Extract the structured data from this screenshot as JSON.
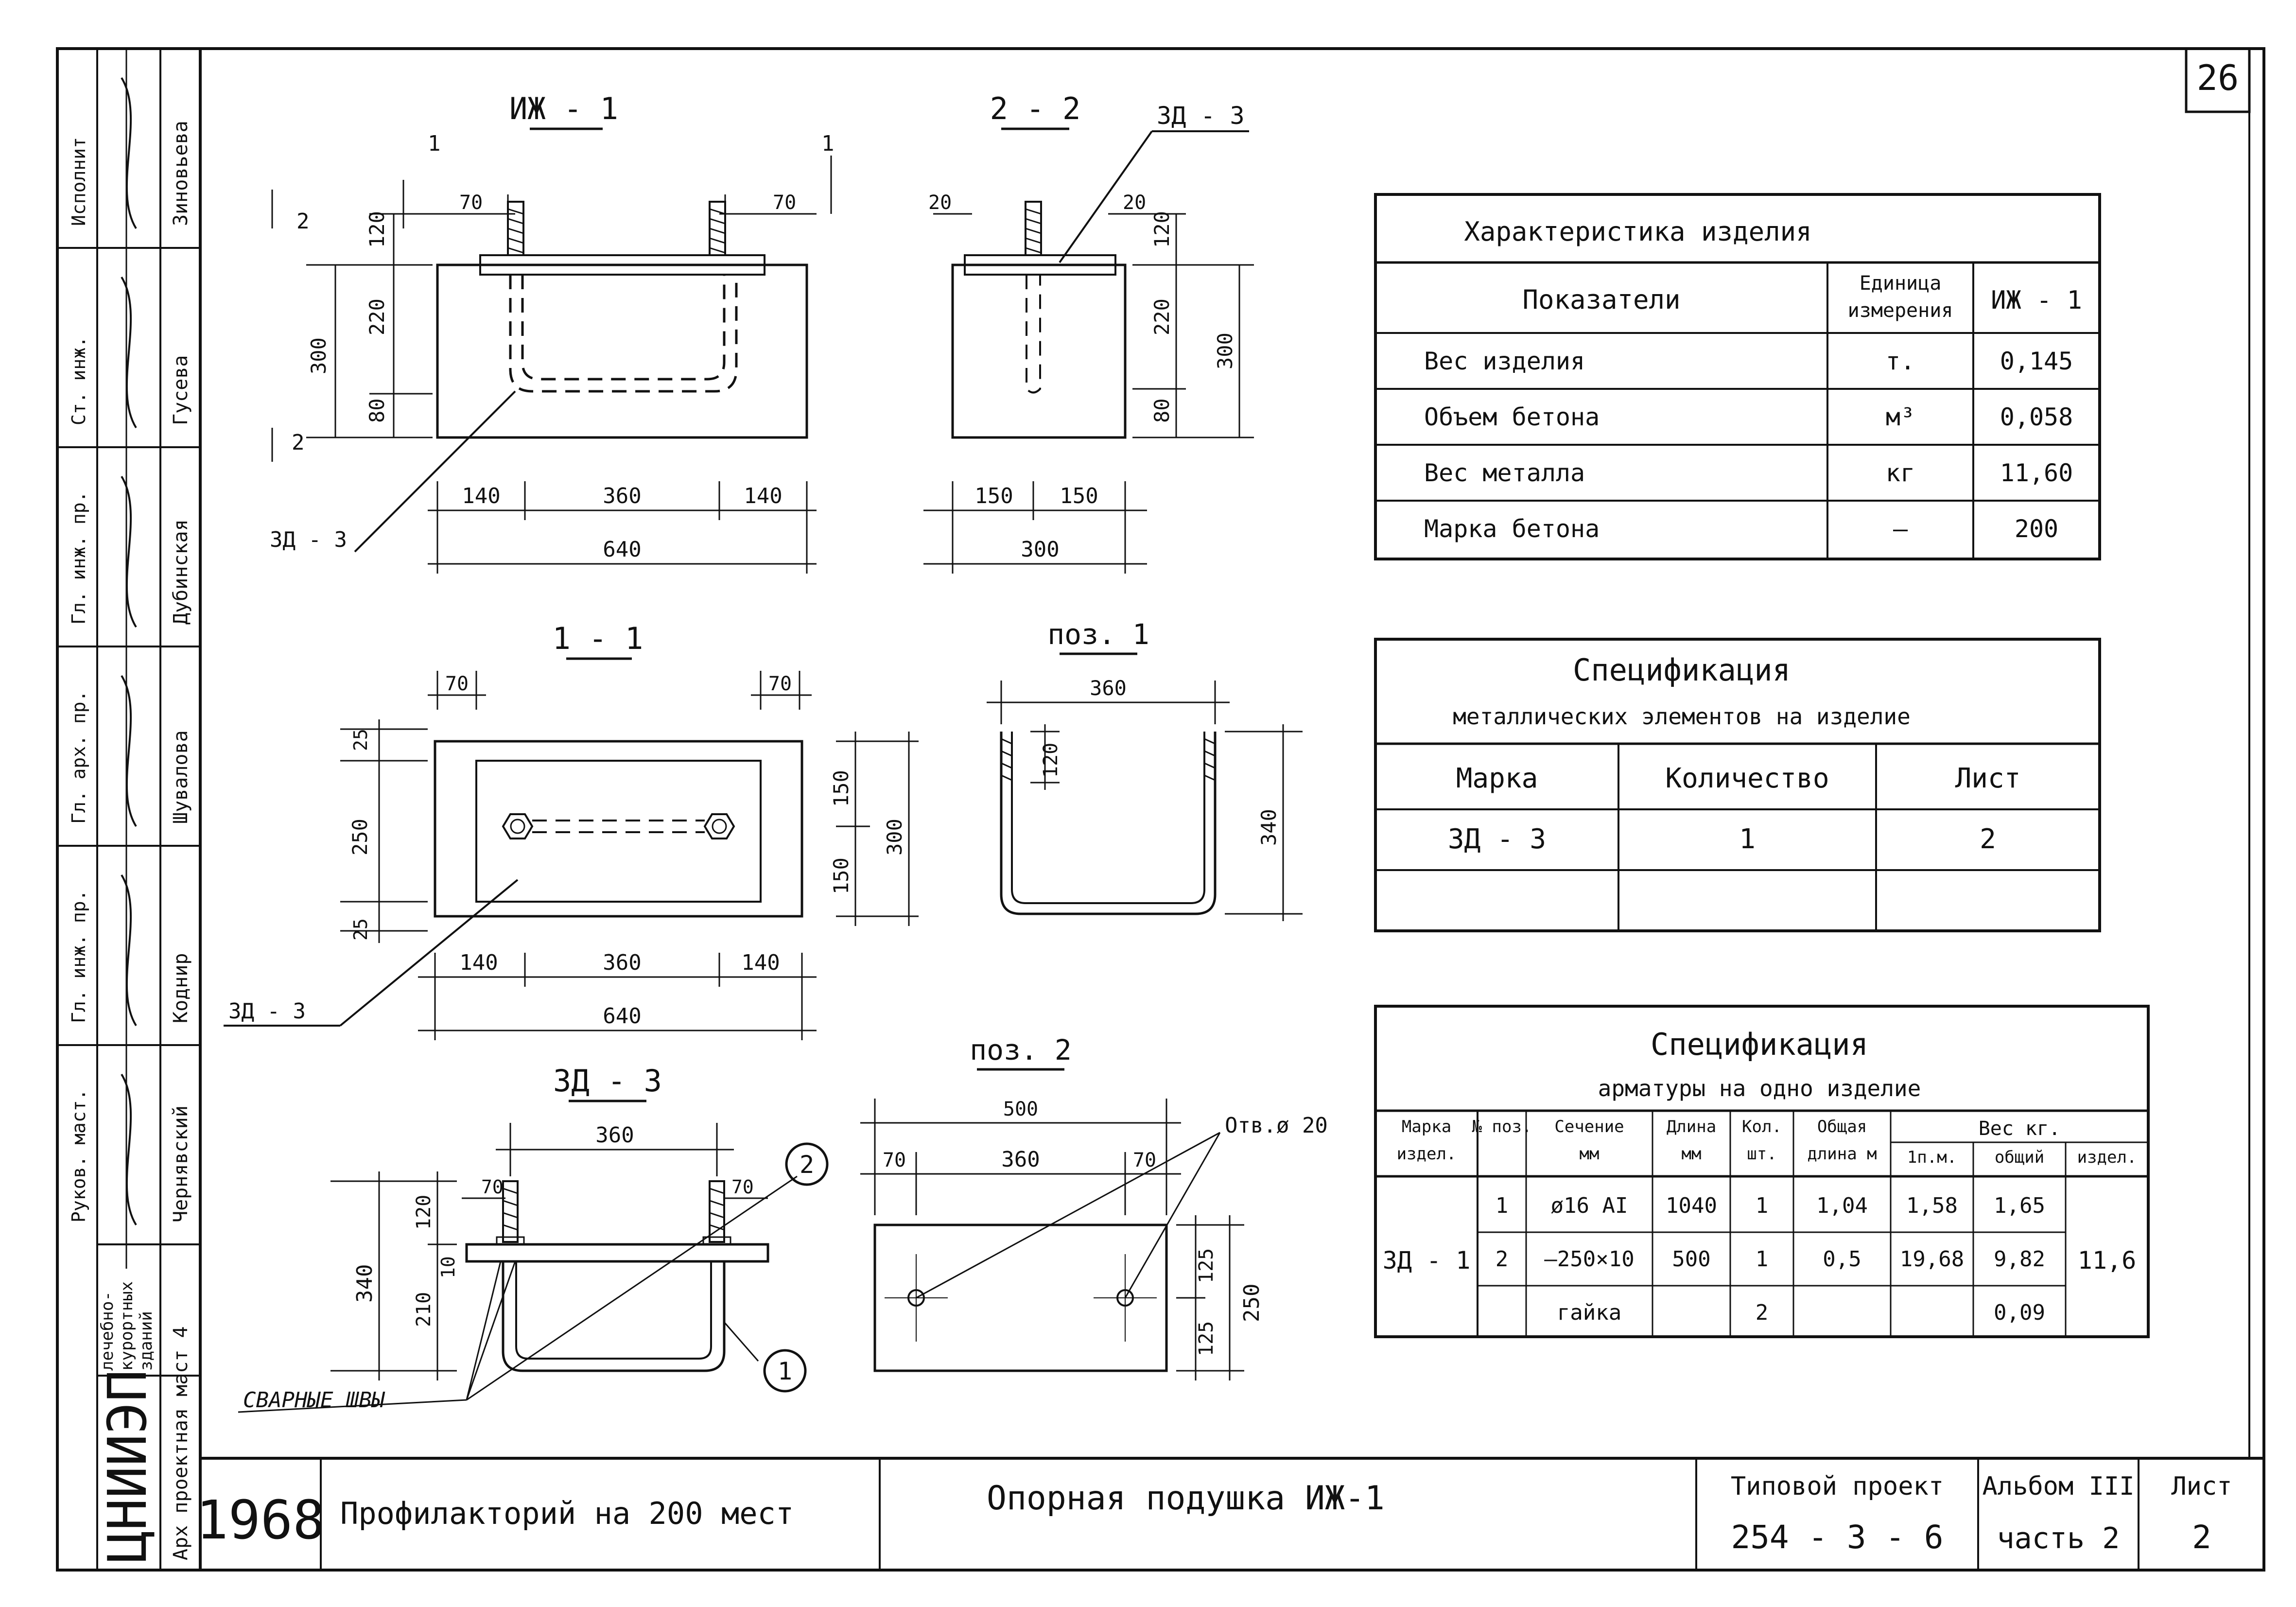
{
  "sheet_number": "26",
  "side_stamp": {
    "rows": [
      {
        "role": "Исполнит",
        "name": "Зиновьева"
      },
      {
        "role": "Ст. инж.",
        "name": "Гусева"
      },
      {
        "role": "Гл. инж. пр.",
        "name": "Дубинская"
      },
      {
        "role": "Гл. арх. пр.",
        "name": "Шувалова"
      },
      {
        "role": "Гл. инж. пр.",
        "name": "Коднир"
      },
      {
        "role": "Руков. маст.",
        "name": "Чернявский"
      }
    ],
    "org_line1": "лечебно-",
    "org_line2": "курортных",
    "org_line3": "зданий",
    "workshop": "Арх проектная маст 4",
    "institute": "ЦНИИЭП"
  },
  "title_block": {
    "year": "1968",
    "object": "Профилакторий на 200 мест",
    "drawing_title": "Опорная подушка ИЖ-1",
    "project_label": "Типовой проект",
    "project_number": "254 - 3 - 6",
    "album": "Альбом III",
    "part": "часть 2",
    "sheet_label": "Лист",
    "sheet": "2"
  },
  "views": {
    "izh1_title": "ИЖ - 1",
    "sec22_title": "2 - 2",
    "sec11_title": "1 - 1",
    "zd3_title": "ЗД - 3",
    "poz1_title": "поз. 1",
    "poz2_title": "поз. 2",
    "cut_1": "1",
    "cut_2": "2",
    "leader_zd3": "ЗД - 3",
    "weld_label": "СВАРНЫЕ ШВЫ",
    "hole_label": "Отв.ø 20",
    "callout_1": "1",
    "callout_2": "2"
  },
  "dims": {
    "d70": "70",
    "d120": "120",
    "d220": "220",
    "d80": "80",
    "d300": "300",
    "d140": "140",
    "d360": "360",
    "d640": "640",
    "d150": "150",
    "d20": "20",
    "d25": "25",
    "d250": "250",
    "d340": "340",
    "d210": "210",
    "d10": "10",
    "d500": "500",
    "d125": "125"
  },
  "characteristics": {
    "title": "Характеристика изделия",
    "headers": [
      "Показатели",
      "Единица измерения",
      "ИЖ - 1"
    ],
    "rows": [
      [
        "Вес изделия",
        "т.",
        "0,145"
      ],
      [
        "Объем бетона",
        "м³",
        "0,058"
      ],
      [
        "Вес металла",
        "кг",
        "11,60"
      ],
      [
        "Марка бетона",
        "—",
        "200"
      ]
    ]
  },
  "spec_metal": {
    "title": "Спецификация",
    "subtitle": "металлических элементов на изделие",
    "headers": [
      "Марка",
      "Количество",
      "Лист"
    ],
    "rows": [
      [
        "ЗД - 3",
        "1",
        "2"
      ]
    ]
  },
  "spec_rebar": {
    "title": "Спецификация",
    "subtitle": "арматуры на одно изделие",
    "headers": [
      "Марка издел.",
      "№ поз.",
      "Сечение мм",
      "Длина мм",
      "Кол. шт.",
      "Общая длина м",
      "1п.м.",
      "общий",
      "издел."
    ],
    "weight_header": "Вес кг.",
    "mark": "ЗД - 1",
    "rows": [
      [
        "1",
        "ø16 АI",
        "1040",
        "1",
        "1,04",
        "1,58",
        "1,65"
      ],
      [
        "2",
        "—250×10",
        "500",
        "1",
        "0,5",
        "19,68",
        "9,82"
      ],
      [
        "",
        "гайка",
        "",
        "2",
        "",
        "",
        "0,09"
      ]
    ],
    "total": "11,6"
  }
}
